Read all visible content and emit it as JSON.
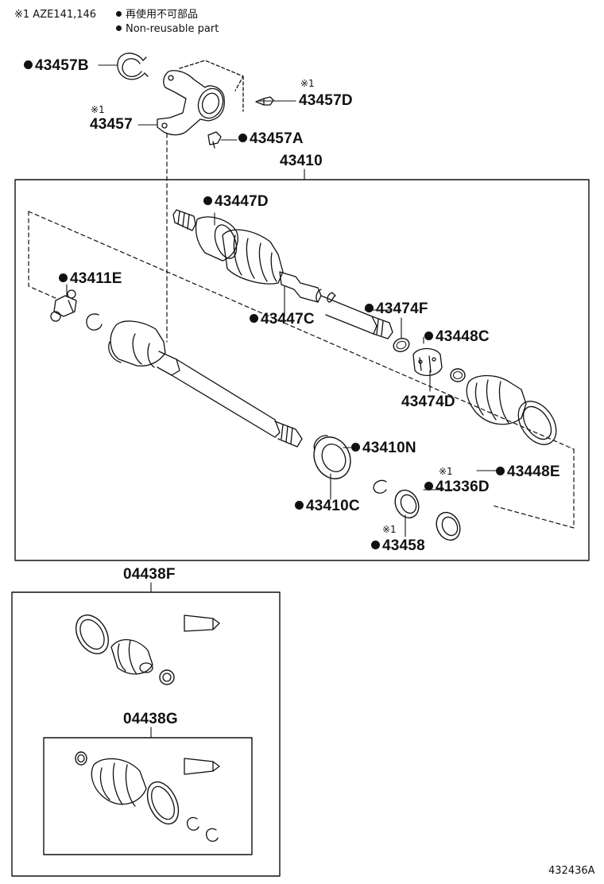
{
  "header": {
    "note_line": "※1 AZE141,146",
    "legend_jp": "再使用不可部品",
    "legend_en": "Non-reusable part"
  },
  "labels": {
    "p43457B": "43457B",
    "p43457D": "43457D",
    "p43457": "43457",
    "p43457A": "43457A",
    "p43410": "43410",
    "p43447D": "43447D",
    "p43411E": "43411E",
    "p43447C": "43447C",
    "p43474F": "43474F",
    "p43448C": "43448C",
    "p43474D": "43474D",
    "p43410N": "43410N",
    "p43448E": "43448E",
    "p41336D": "41336D",
    "p43410C": "43410C",
    "p43458": "43458",
    "p04438F": "04438F",
    "p04438G": "04438G"
  },
  "marks": {
    "note1": "※1"
  },
  "footer": {
    "diagram_id": "432436A"
  }
}
